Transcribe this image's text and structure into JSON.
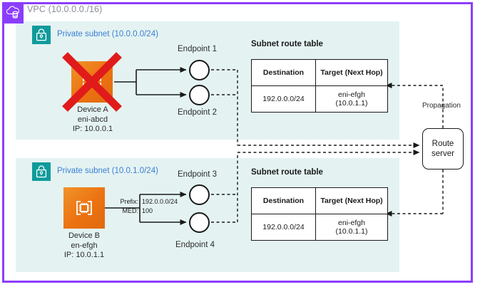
{
  "vpc": {
    "label": "VPC (10.0.0.0./16)",
    "icon": "vpc-cloud-icon",
    "border_color": "#8b3dff"
  },
  "subnets": [
    {
      "icon": "lock-icon",
      "title": "Private subnet (10.0.0.0/24)",
      "title_color": "#3b7fd4",
      "background": "#e4f3f2",
      "device": {
        "icon": "appliance-icon",
        "disabled": true,
        "disabled_marker": "red-x-icon",
        "name": "Device A",
        "eni": "eni-abcd",
        "ip": "IP: 10.0.0.1"
      },
      "endpoints": [
        {
          "label": "Endpoint 1",
          "icon": "endpoint-circle-icon"
        },
        {
          "label": "Endpoint 2",
          "icon": "endpoint-circle-icon"
        }
      ],
      "route_table": {
        "title": "Subnet route table",
        "headers": [
          "Destination",
          "Target (Next Hop)"
        ],
        "rows": [
          {
            "destination": "192.0.0.0/24",
            "target_line1": "eni-efgh",
            "target_line2": "(10.0.1.1)"
          }
        ]
      }
    },
    {
      "icon": "lock-icon",
      "title": "Private subnet (10.0.1.0/24)",
      "title_color": "#3b7fd4",
      "background": "#e4f3f2",
      "device": {
        "icon": "appliance-icon",
        "disabled": false,
        "name": "Device B",
        "eni": "en-efgh",
        "ip": "IP: 10.0.1.1"
      },
      "advertisement": {
        "prefix_label": "Prefix:",
        "prefix_value": "192.0.0.0/24",
        "med_label": "MED:",
        "med_value": "100"
      },
      "endpoints": [
        {
          "label": "Endpoint 3",
          "icon": "endpoint-circle-icon"
        },
        {
          "label": "Endpoint 4",
          "icon": "endpoint-circle-icon"
        }
      ],
      "route_table": {
        "title": "Subnet route table",
        "headers": [
          "Destination",
          "Target (Next Hop)"
        ],
        "rows": [
          {
            "destination": "192.0.0.0/24",
            "target_line1": "eni-efgh",
            "target_line2": "(10.0.1.1)"
          }
        ]
      }
    }
  ],
  "route_server": {
    "line1": "Route",
    "line2": "server",
    "propagation_label": "Propagation"
  }
}
